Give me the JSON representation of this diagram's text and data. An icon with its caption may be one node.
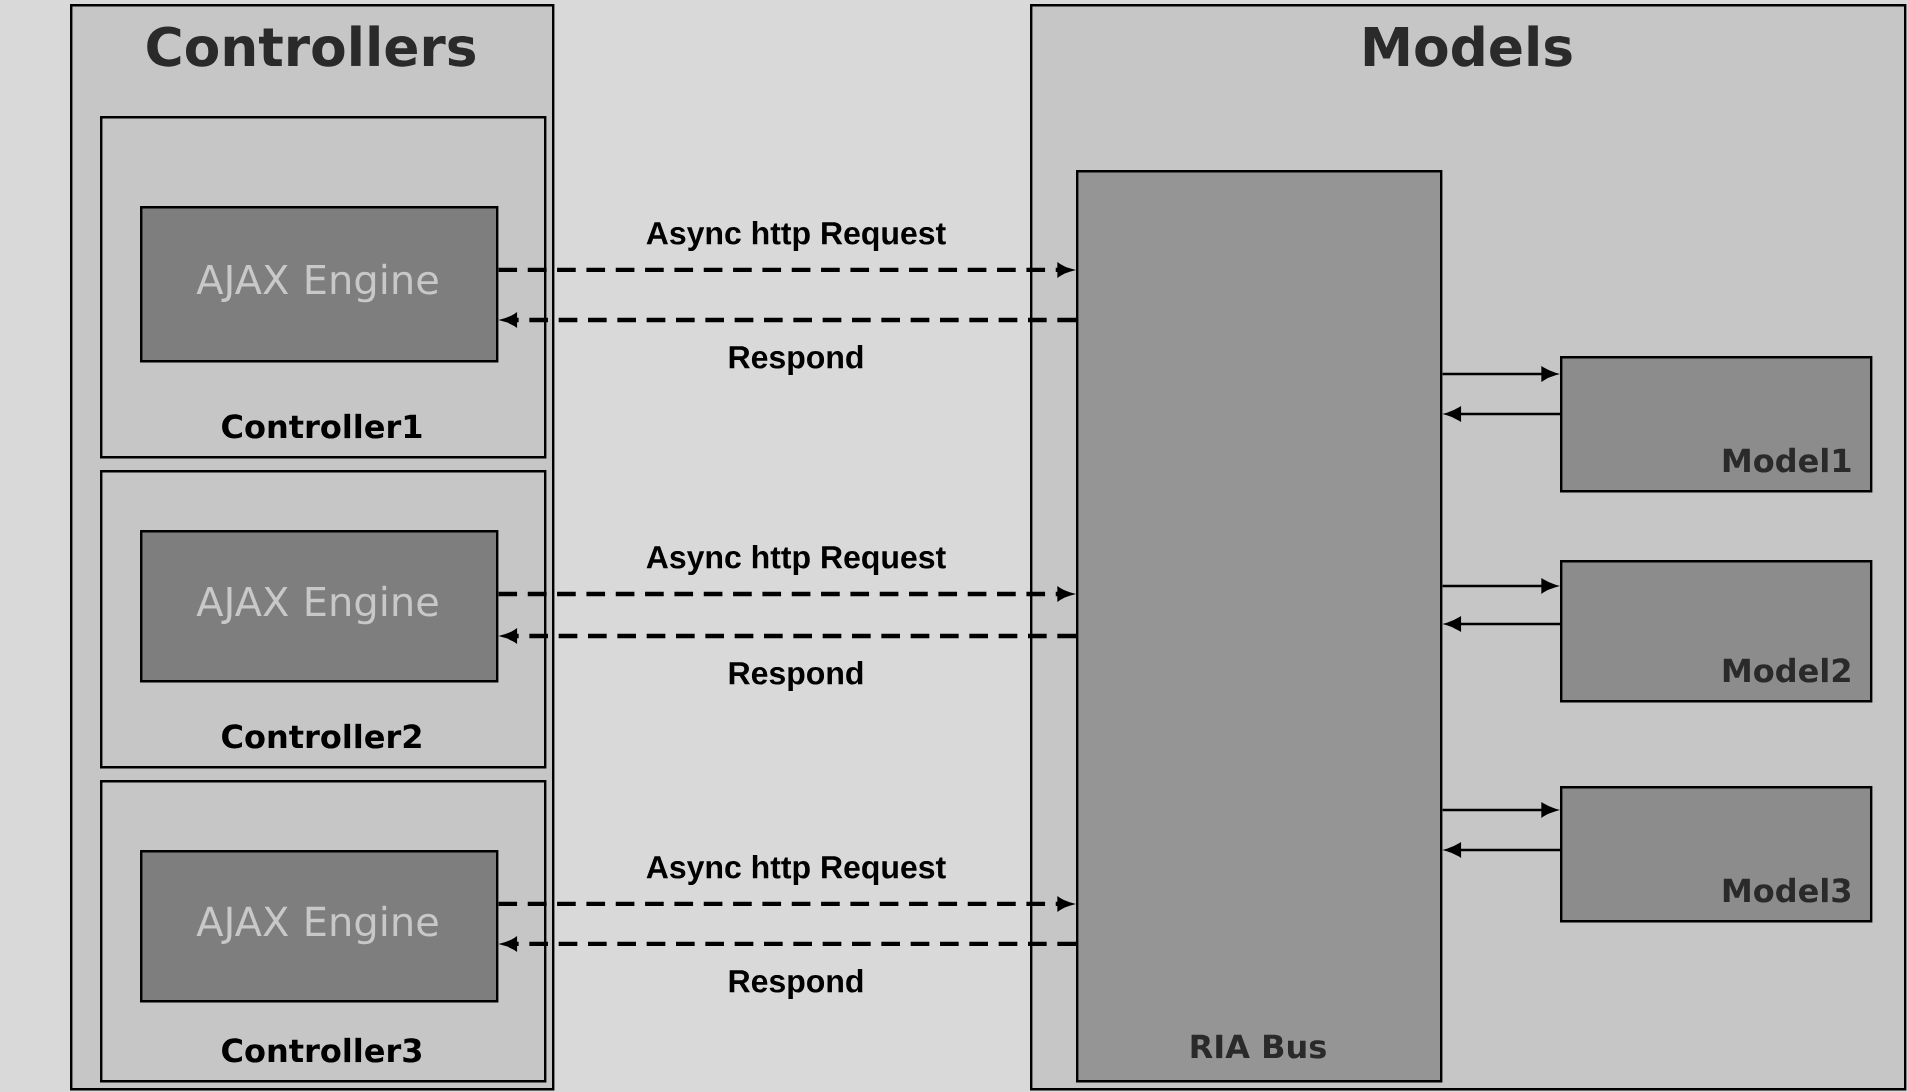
{
  "diagram": {
    "nodes": [
      {
        "text": [
          "Controllers"
        ]
      },
      {
        "text": [
          "Controller1"
        ],
        "in": 0
      },
      {
        "text": [
          "AJAX Engine"
        ],
        "in": 1
      },
      {
        "text": [
          "Controller2"
        ],
        "in": 0
      },
      {
        "text": [
          "AJAX Engine"
        ],
        "in": 3
      },
      {
        "text": [
          "Controller3"
        ],
        "in": 0
      },
      {
        "text": [
          "AJAX Engine"
        ],
        "in": 5
      },
      {
        "text": [
          "Models"
        ]
      },
      {
        "text": [
          "RIA Bus"
        ],
        "in": 7
      },
      {
        "text": [
          "Model1"
        ],
        "in": 7
      },
      {
        "text": [
          "Model2"
        ],
        "in": 7
      },
      {
        "text": [
          "Model3"
        ],
        "in": 7
      }
    ],
    "edges": [
      {
        "from": 2,
        "to": 8,
        "arrow": "to",
        "style": "dashed",
        "label": "Async http Request"
      },
      {
        "from": 8,
        "to": 2,
        "arrow": "to",
        "style": "dashed",
        "label": "Respond"
      },
      {
        "from": 4,
        "to": 8,
        "arrow": "to",
        "style": "dashed",
        "label": "Async http Request"
      },
      {
        "from": 8,
        "to": 4,
        "arrow": "to",
        "style": "dashed",
        "label": "Respond"
      },
      {
        "from": 6,
        "to": 8,
        "arrow": "to",
        "style": "dashed",
        "label": "Async http Request"
      },
      {
        "from": 8,
        "to": 6,
        "arrow": "to",
        "style": "dashed",
        "label": "Respond"
      },
      {
        "from": 8,
        "to": 9,
        "arrow": "to"
      },
      {
        "from": 9,
        "to": 8,
        "arrow": "to"
      },
      {
        "from": 8,
        "to": 10,
        "arrow": "to"
      },
      {
        "from": 10,
        "to": 8,
        "arrow": "to"
      },
      {
        "from": 8,
        "to": 11,
        "arrow": "to"
      },
      {
        "from": 11,
        "to": 8,
        "arrow": "to"
      }
    ]
  }
}
